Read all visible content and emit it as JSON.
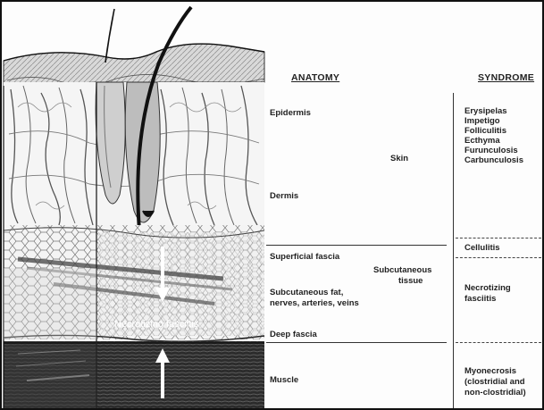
{
  "headers": {
    "anatomy": "ANATOMY",
    "syndrome": "SYNDROME"
  },
  "anatomy": {
    "epidermis": "Epidermis",
    "skin": "Skin",
    "dermis": "Dermis",
    "superficial_fascia": "Superficial fascia",
    "subcutaneous_tissue_line1": "Subcutaneous",
    "subcutaneous_tissue_line2": "tissue",
    "subcutaneous_fat_line1": "Subcutaneous fat,",
    "subcutaneous_fat_line2": "nerves, arteries, veins",
    "deep_fascia": "Deep fascia",
    "muscle": "Muscle"
  },
  "syndromes": {
    "skin_list": [
      "Erysipelas",
      "Impetigo",
      "Folliculitis",
      "Ecthyma",
      "Furunculosis",
      "Carbunculosis"
    ],
    "cellulitis": "Cellulitis",
    "necrotizing_line1": "Necrotizing",
    "necrotizing_line2": "fasciitis",
    "myonecrosis_line1": "Myonecrosis",
    "myonecrosis_line2": "(clostridial and",
    "myonecrosis_line3": "non-clostridial)"
  },
  "overlay_label": "Necrotizing fasciitis",
  "colors": {
    "arrow": "#ffffff",
    "ink": "#222222",
    "muscle": "#2b2b2b"
  }
}
